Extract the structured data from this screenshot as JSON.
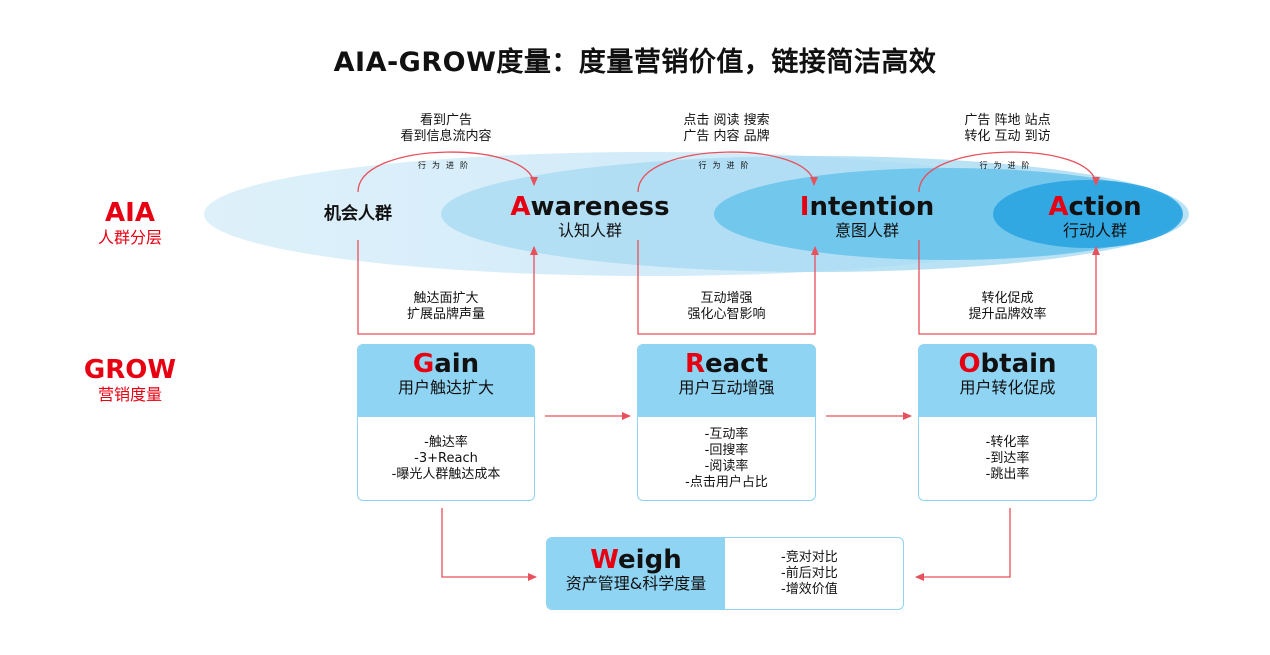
{
  "title": "AIA-GROW度量：度量营销价值，链接简洁高效",
  "side_labels": {
    "aia": {
      "main": "AIA",
      "sub": "人群分层"
    },
    "grow": {
      "main": "GROW",
      "sub": "营销度量"
    }
  },
  "aia_stages": [
    {
      "name": "机会人群",
      "sub": ""
    },
    {
      "first_letter": "A",
      "rest": "wareness",
      "sub": "认知人群"
    },
    {
      "first_letter": "I",
      "rest": "ntention",
      "sub": "意图人群"
    },
    {
      "first_letter": "A",
      "rest": "ction",
      "sub": "行动人群"
    }
  ],
  "top_annotations": [
    {
      "lines": [
        "看到广告",
        "看到信息流内容"
      ],
      "behavior": "行为进阶"
    },
    {
      "lines": [
        "点击 阅读 搜索",
        "广告 内容 品牌"
      ],
      "behavior": "行为进阶"
    },
    {
      "lines": [
        "广告 阵地 站点",
        "转化 互动 到访"
      ],
      "behavior": "行为进阶"
    }
  ],
  "bottom_annotations": [
    {
      "lines": [
        "触达面扩大",
        "扩展品牌声量"
      ]
    },
    {
      "lines": [
        "互动增强",
        "强化心智影响"
      ]
    },
    {
      "lines": [
        "转化促成",
        "提升品牌效率"
      ]
    }
  ],
  "grow_cards": [
    {
      "first_letter": "G",
      "rest": "ain",
      "sub": "用户触达扩大",
      "metrics": [
        "-触达率",
        "-3+Reach",
        "-曝光人群触达成本"
      ]
    },
    {
      "first_letter": "R",
      "rest": "eact",
      "sub": "用户互动增强",
      "metrics": [
        "-互动率",
        "-回搜率",
        "-阅读率",
        "-点击用户占比"
      ]
    },
    {
      "first_letter": "O",
      "rest": "btain",
      "sub": "用户转化促成",
      "metrics": [
        "-转化率",
        "-到达率",
        "-跳出率"
      ]
    }
  ],
  "weigh": {
    "first_letter": "W",
    "rest": "eigh",
    "sub": "资产管理&科学度量",
    "metrics": [
      "-竞对对比",
      "-前后对比",
      "-增效价值"
    ]
  },
  "colors": {
    "accent_red": "#e60012",
    "card_blue": "#8fd4f3",
    "ellipse_light": "#d3ebf8",
    "ellipse_mid": "#9ed6f2",
    "ellipse_deep": "#63c0ea",
    "ellipse_deepest": "#2fa7e2"
  }
}
